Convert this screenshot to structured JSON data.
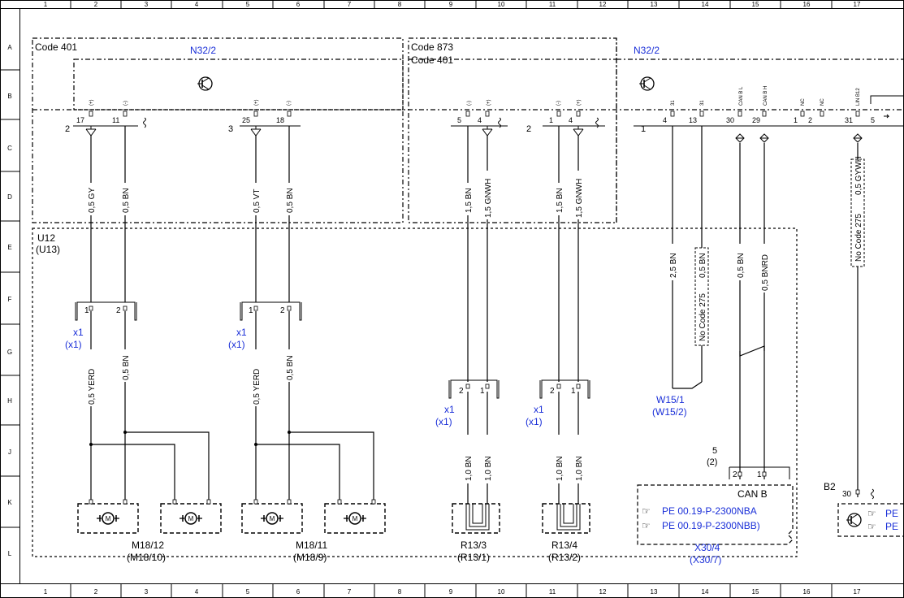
{
  "grid": {
    "columns": [
      "1",
      "2",
      "3",
      "4",
      "5",
      "6",
      "7",
      "8",
      "9",
      "10",
      "11",
      "12",
      "13",
      "14",
      "15",
      "16",
      "17"
    ],
    "rows": [
      "A",
      "B",
      "C",
      "D",
      "E",
      "F",
      "G",
      "H",
      "J",
      "K",
      "L"
    ]
  },
  "frames": {
    "code401": "Code 401",
    "code873": "Code 873",
    "code401_b": "Code 401",
    "n32_left": "N32/2",
    "n32_right": "N32/2",
    "u12": "U12",
    "u13": "(U13)"
  },
  "connectors": {
    "c2a": "2",
    "c3": "3",
    "c2b": "2",
    "c1": "1",
    "pin17": "17",
    "pin11": "11",
    "pin25": "25",
    "pin18": "18",
    "pin5": "5",
    "pin4a": "4",
    "pin1": "1",
    "pin4b": "4",
    "pin4c": "4",
    "pin13": "13",
    "pin30": "30",
    "pin29": "29",
    "pin1b": "1",
    "pin2": "2",
    "pin31": "31",
    "pin5b": "5",
    "sig_plus": "(+)",
    "sig_minus": "(-)",
    "sig_31": "31",
    "sig_canl": "CAN B L",
    "sig_canh": "CAN B H",
    "sig_nc": "NC",
    "sig_linb12": "LIN B12"
  },
  "wires": {
    "w1": "0,5 GY",
    "w2": "0,5 BN",
    "w3": "0,5 VT",
    "w4": "0,5 BN",
    "w5": "1,5 BN",
    "w6": "1,5 GNWH",
    "w7": "1,5 BN",
    "w8": "1,5 GNWH",
    "w9": "2,5 BN",
    "w10": "0,5 BN",
    "w11": "0,5 BN",
    "w12": "0,5 BNRD",
    "w13": "0,5 GYWH",
    "w14": "0,5 YERD",
    "w15": "0,5 BN",
    "w16": "0,5 YERD",
    "w17": "0,5 BN",
    "w18": "1,0 BN",
    "w19": "1,0 BN",
    "w20": "1,0 BN",
    "w21": "1,0 BN",
    "nocode_a": "No Code 275",
    "nocode_b": "No Code 275"
  },
  "plugs": {
    "x1a": "x1",
    "x1a2": "(x1)",
    "x1b": "x1",
    "x1b2": "(x1)",
    "x1c": "x1",
    "x1c2": "(x1)",
    "x1d": "x1",
    "x1d2": "(x1)",
    "p1": "1",
    "p2": "2",
    "p3": "1",
    "p4": "2",
    "p5": "2",
    "p6": "1",
    "p7": "2",
    "p8": "1",
    "p9": "2",
    "p10": "1",
    "p11": "30"
  },
  "components": {
    "m18_12": "M18/12",
    "m18_10": "(M18/10)",
    "m18_11": "M18/11",
    "m18_9": "(M18/9)",
    "r13_3": "R13/3",
    "r13_1": "(R13/1)",
    "r13_4": "R13/4",
    "r13_2": "(R13/2)",
    "x30_4": "X30/4",
    "x30_7": "(X30/7)",
    "w15_1": "W15/1",
    "w15_2": "(W15/2)",
    "can_b": "CAN B",
    "pe1": "PE 00.19-P-2300NBA",
    "pe2": "PE 00.19-P-2300NBB)",
    "pe3": "PE",
    "pe4": "PE",
    "b2": "B2",
    "n5": "5",
    "n2": "(2)",
    "motor": "M"
  },
  "icons": [
    "transistor-icon",
    "motor-icon",
    "heater-element-icon",
    "ground-icon",
    "manual-reference-icon"
  ]
}
